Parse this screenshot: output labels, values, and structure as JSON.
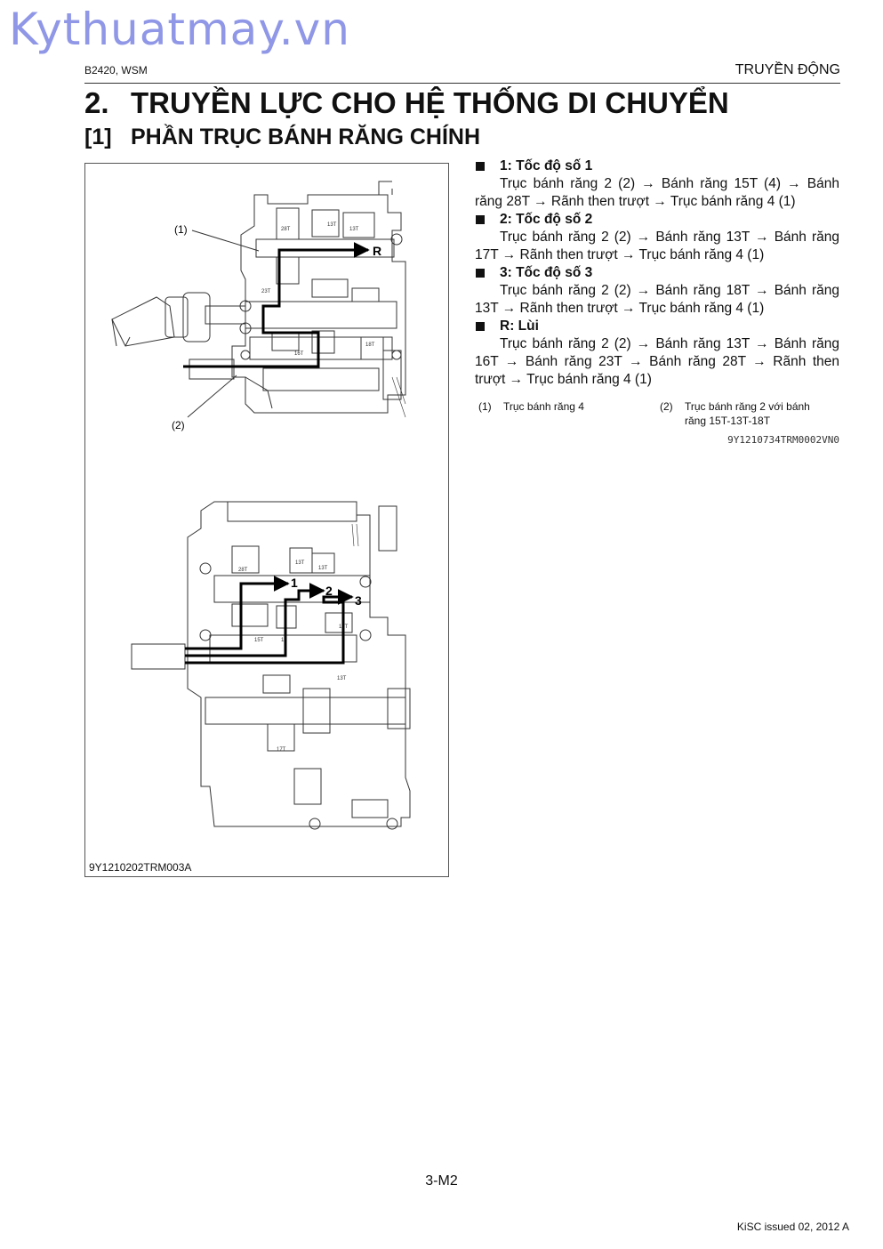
{
  "watermark": "Kythuatmay.vn",
  "header": {
    "left": "B2420, WSM",
    "right": "TRUYỀN ĐỘNG"
  },
  "heading1": {
    "number": "2.",
    "text": "TRUYỀN LỰC CHO HỆ THỐNG DI CHUYỂN"
  },
  "heading2": {
    "number": "[1]",
    "text": "PHẦN TRỤC BÁNH RĂNG CHÍNH"
  },
  "figure": {
    "code": "9Y1210202TRM003A",
    "callouts": [
      "(1)",
      "(2)"
    ],
    "arrow_labels": [
      "R",
      "1",
      "2",
      "3"
    ],
    "gear_labels_top": [
      "28T",
      "13T",
      "13T",
      "23T",
      "16T",
      "18T"
    ],
    "gear_labels_bottom": [
      "28T",
      "13T",
      "13T",
      "15T",
      "13",
      "18T",
      "13T",
      "17T"
    ]
  },
  "steps": [
    {
      "title": "1: Tốc độ số 1",
      "body": "Trục bánh răng 2 (2) → Bánh răng 15T (4) → Bánh răng 28T → Rãnh then trượt → Trục bánh răng 4 (1)"
    },
    {
      "title": "2: Tốc độ số 2",
      "body": "Trục bánh răng 2 (2) → Bánh răng 13T → Bánh răng 17T → Rãnh then trượt → Trục bánh răng 4 (1)"
    },
    {
      "title": "3: Tốc độ số 3",
      "body": "Trục bánh răng 2 (2) → Bánh răng 18T → Bánh răng 13T → Rãnh then trượt → Trục bánh răng 4 (1)"
    },
    {
      "title": "R: Lùi",
      "body": "Trục bánh răng 2 (2) → Bánh răng 13T → Bánh răng 16T → Bánh răng 23T → Bánh răng 28T → Rãnh then trượt → Trục bánh răng 4 (1)"
    }
  ],
  "legend": [
    {
      "num": "(1)",
      "text": "Trục bánh răng 4"
    },
    {
      "num": "(2)",
      "text": "Trục bánh răng 2 với bánh răng 15T-13T-18T"
    }
  ],
  "doc_code": "9Y1210734TRM0002VN0",
  "page_number": "3-M2",
  "footer": "KiSC issued 02, 2012 A"
}
